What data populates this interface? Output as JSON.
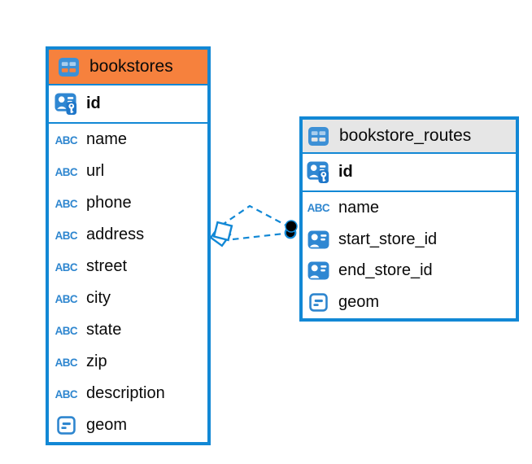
{
  "colors": {
    "accent": "#1288d5",
    "orange_header": "#f6813d",
    "gray_header": "#e6e6e6",
    "text": "#0a0a0a",
    "icon_blue": "#2f87d2",
    "connector_dot": "#000000"
  },
  "icons": {
    "abc_text": "ABC"
  },
  "tables": [
    {
      "name": "bookstores",
      "header_style": "orange",
      "primary_key": {
        "label": "id"
      },
      "columns": [
        {
          "label": "name",
          "type": "text"
        },
        {
          "label": "url",
          "type": "text"
        },
        {
          "label": "phone",
          "type": "text"
        },
        {
          "label": "address",
          "type": "text"
        },
        {
          "label": "street",
          "type": "text"
        },
        {
          "label": "city",
          "type": "text"
        },
        {
          "label": "state",
          "type": "text"
        },
        {
          "label": "zip",
          "type": "text"
        },
        {
          "label": "description",
          "type": "text"
        },
        {
          "label": "geom",
          "type": "geometry"
        }
      ]
    },
    {
      "name": "bookstore_routes",
      "header_style": "gray",
      "primary_key": {
        "label": "id"
      },
      "columns": [
        {
          "label": "name",
          "type": "text"
        },
        {
          "label": "start_store_id",
          "type": "foreign-key"
        },
        {
          "label": "end_store_id",
          "type": "foreign-key"
        },
        {
          "label": "geom",
          "type": "geometry"
        }
      ]
    }
  ]
}
